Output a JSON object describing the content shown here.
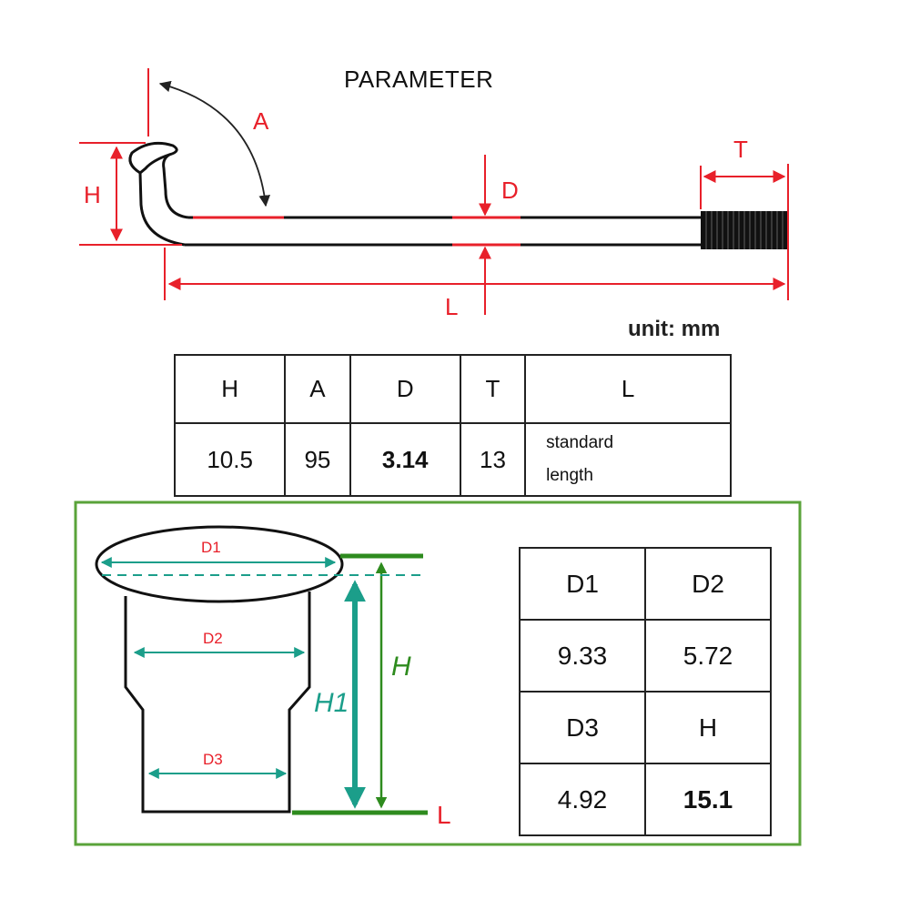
{
  "title": "PARAMETER",
  "spoke_labels": {
    "a": "A",
    "h": "H",
    "d": "D",
    "t": "T",
    "l": "L"
  },
  "unit": "unit: mm",
  "spoke_table": {
    "headers": [
      "H",
      "A",
      "D",
      "T",
      "L"
    ],
    "values": [
      "10.5",
      "95",
      "3.14",
      "13"
    ],
    "l_value_line1": "standard",
    "l_value_line2": "length"
  },
  "nipple_labels": {
    "d1": "D1",
    "d2": "D2",
    "d3": "D3",
    "h": "H",
    "h1": "H1",
    "l": "L"
  },
  "nipple_table": {
    "row1_headers": [
      "D1",
      "D2"
    ],
    "row1_values": [
      "9.33",
      "5.72"
    ],
    "row2_headers": [
      "D3",
      "H"
    ],
    "row2_values": [
      "4.92",
      "15.1"
    ]
  },
  "colors": {
    "red": "#e8202a",
    "teal": "#1b9e8a",
    "green": "#2e8b1e",
    "panel_border": "#5aa33a"
  }
}
